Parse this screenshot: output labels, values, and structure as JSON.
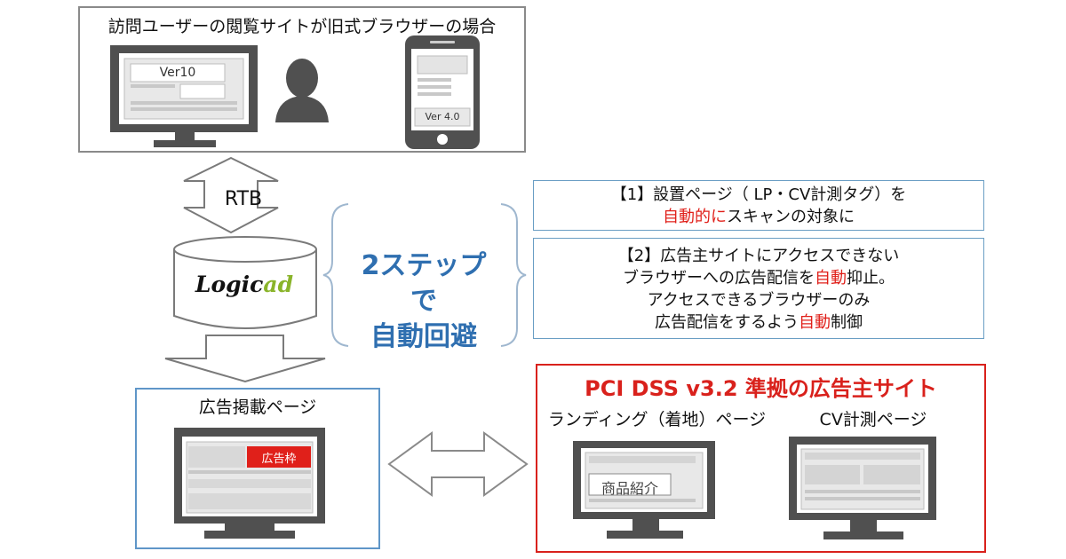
{
  "top_panel": {
    "title": "訪問ユーザーの閲覧サイトが旧式ブラウザーの場合",
    "desktop_version": "Ver10",
    "mobile_version": "Ver 4.0"
  },
  "rtb_label": "RTB",
  "logicad": {
    "part1": "Logic",
    "part2": "ad"
  },
  "steps": {
    "line1": "2ステップで",
    "line2": "自動回避"
  },
  "info_step1": {
    "line1": "【1】設置ページ（ LP・CV計測タグ）を",
    "line2_red": "自動的に",
    "line2_rest": "スキャンの対象に"
  },
  "info_step2": {
    "line1": "【2】広告主サイトにアクセスできない",
    "line2_a": "ブラウザーへの広告配信を",
    "line2_red": "自動",
    "line2_b": "抑止。",
    "line3": "アクセスできるブラウザーのみ",
    "line4_a": "広告配信をするよう",
    "line4_red": "自動",
    "line4_b": "制御"
  },
  "ad_page": {
    "title": "広告掲載ページ",
    "ad_slot": "広告枠"
  },
  "pci": {
    "title": "PCI DSS v3.2 準拠の広告主サイト",
    "landing_title": "ランディング（着地）ページ",
    "product_label": "商品紹介",
    "cv_title": "CV計測ページ"
  },
  "colors": {
    "accent_red": "#e0201a",
    "accent_blue": "#2f6fb0",
    "logicad_green": "#8ab42a",
    "monitor": "#505050"
  }
}
